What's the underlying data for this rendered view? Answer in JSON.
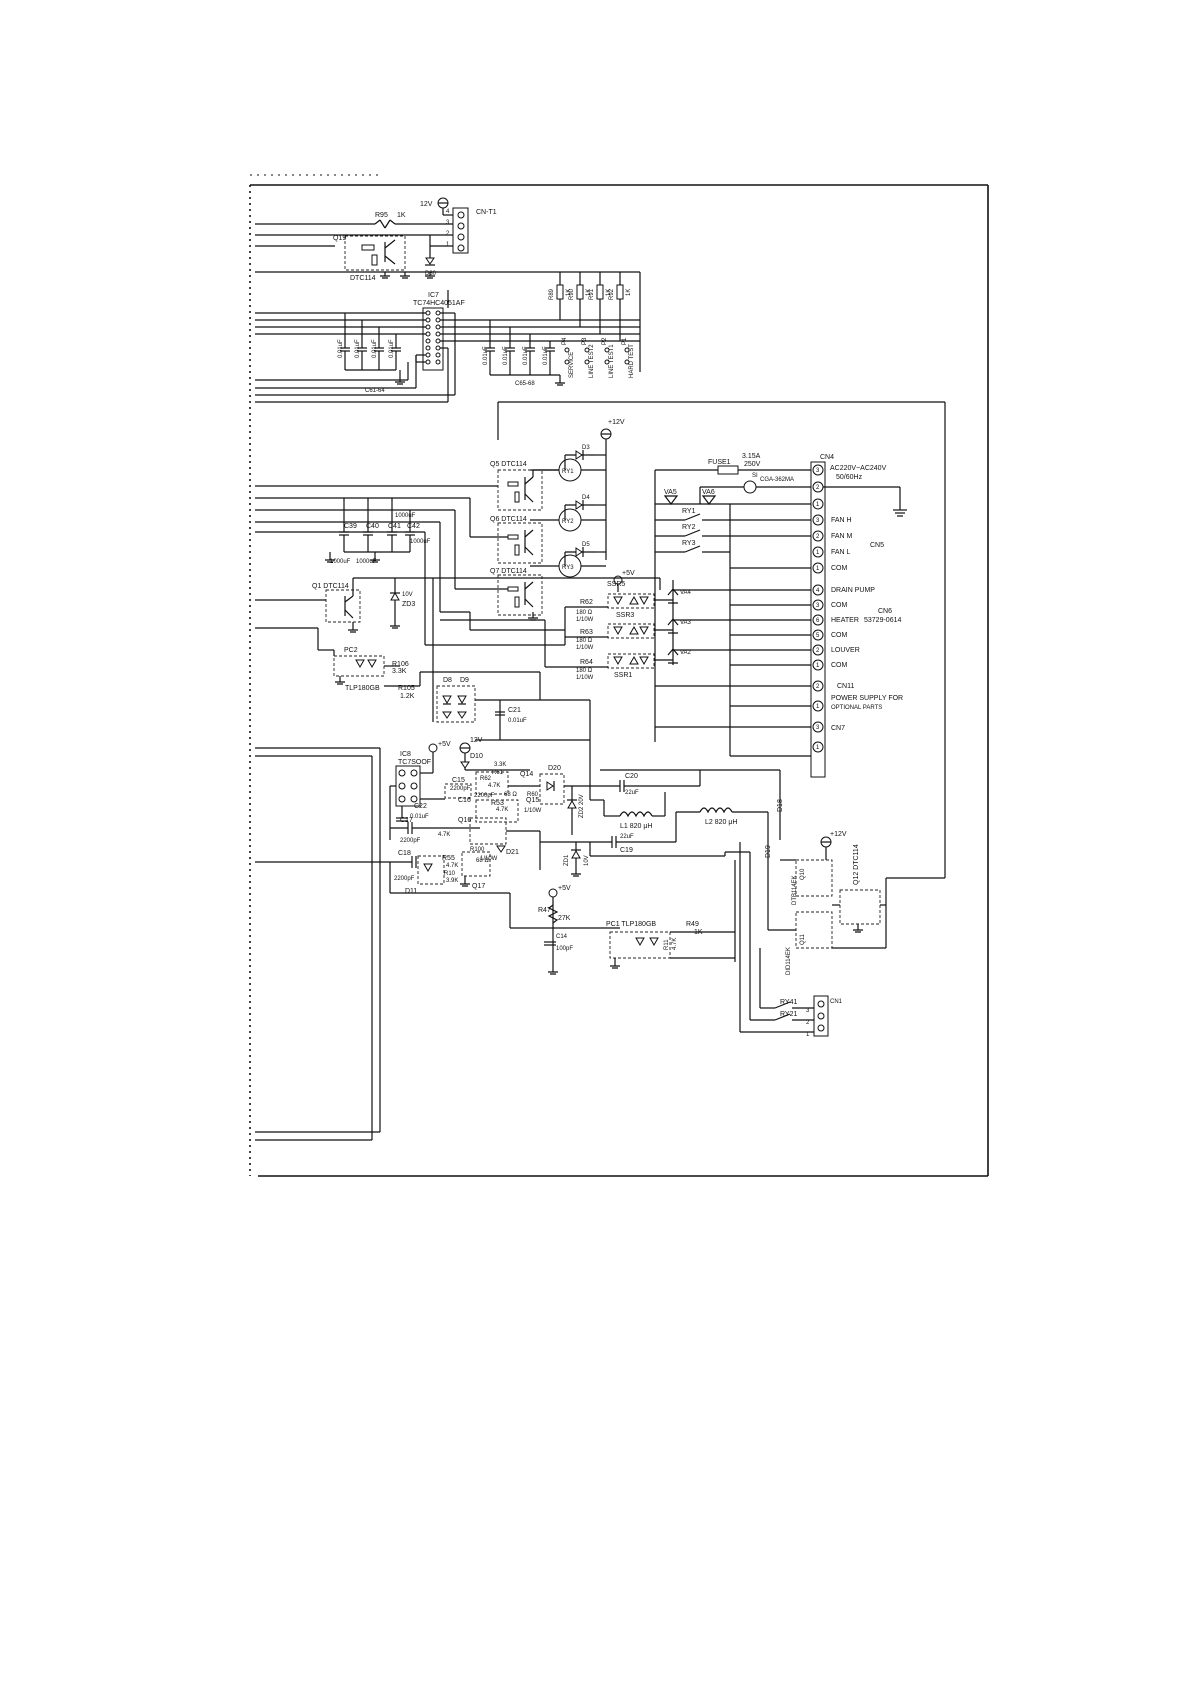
{
  "connectors": {
    "cnt1": {
      "label": "CN-T1",
      "pins": [
        "4",
        "3",
        "2",
        "1"
      ]
    },
    "cn4": {
      "label": "CN4",
      "spec": [
        "AC220V~AC240V",
        "50/60Hz"
      ],
      "pins": [
        "3",
        "2",
        "1"
      ]
    },
    "cn5": {
      "label": "CN5",
      "pins": [
        "3",
        "2",
        "1",
        "1"
      ],
      "signals": [
        "FAN H",
        "FAN M",
        "FAN L",
        "COM"
      ]
    },
    "cn6": {
      "label": "CN6",
      "part": "53729-0614",
      "pins": [
        "4",
        "3",
        "6",
        "5",
        "2",
        "1"
      ],
      "signals": [
        "DRAIN PUMP",
        "COM",
        "HEATER",
        "COM",
        "LOUVER",
        "COM"
      ]
    },
    "cn11": {
      "label": "CN11",
      "pins": [
        "2",
        "1"
      ],
      "text": [
        "POWER SUPPLY FOR",
        "OPTIONAL PARTS"
      ]
    },
    "cn7": {
      "label": "CN7",
      "pins": [
        "3",
        "1"
      ]
    },
    "cn1": {
      "label": "CN1",
      "pins": [
        "3",
        "2",
        "1"
      ]
    }
  },
  "labels": {
    "v12_a": "12V",
    "v12_b": "+12V",
    "v12_c": "12V",
    "v12_d": "+12V",
    "v5_a": "+5V",
    "v5_b": "+5V",
    "v5_c": "+5V",
    "r95": "R95",
    "r95_val": "1K",
    "q19": "Q19",
    "dtc114_q19": "DTC114",
    "d30": "D30",
    "ic7": "IC7",
    "ic7_part": "TC74HC4051AF",
    "c_left": [
      "0.01uF",
      "0.01uF",
      "0.01uF",
      "0.01uF"
    ],
    "c61_64": "C61-64",
    "c_right": [
      "0.01uF",
      "0.01uF",
      "0.01uF",
      "0.01uF"
    ],
    "c65_68": "C65-68",
    "res_top": [
      "R89",
      "1K",
      "R90",
      "1K",
      "R91",
      "1K",
      "R92",
      "1K"
    ],
    "sw": [
      "P4",
      "SERVICE",
      "P3",
      "LINE TEST2",
      "P2",
      "LINE TEST1",
      "P1",
      "HARD TEST"
    ],
    "q5": "Q5 DTC114",
    "q6": "Q6 DTC114",
    "q7": "Q7 DTC114",
    "ry1": "RY1",
    "ry2": "RY2",
    "ry3": "RY3",
    "d3": "D3",
    "d4": "D4",
    "d5": "D5",
    "c39": "C39",
    "c40": "C40",
    "c41": "C41",
    "c42": "C42",
    "c39v": "1000uF",
    "c40v": "1000uF",
    "c42v": "1000uF",
    "c42v2": "1000uF",
    "fuse": "FUSE1",
    "fuse_val": [
      "3.15A",
      "250V"
    ],
    "si": "SI",
    "si_part": "CGA-362MA",
    "va5": "VA5",
    "va6": "VA6",
    "va4": "VA4",
    "va3": "VA3",
    "va2": "VA2",
    "ry1b": "RY1",
    "ry2b": "RY2",
    "ry3b": "RY3",
    "q1": "Q1 DTC114",
    "zd3": "ZD3",
    "zd3v": "10V",
    "pc2": "PC2",
    "pc2_part": "TLP180GB",
    "r106": "R106",
    "r106v": "3.3K",
    "r105": "R105",
    "r105v": "1.2K",
    "ssr5": "SSR5",
    "ssr3": "SSR3",
    "ssr1": "SSR1",
    "r62": "R62",
    "r62v": [
      "180 Ω",
      "1/10W"
    ],
    "r63": "R63",
    "r63v": [
      "180 Ω",
      "1/10W"
    ],
    "r64": "R64",
    "r64v": [
      "180 Ω",
      "1/10W"
    ],
    "d8": "D8",
    "d9": "D9",
    "c21": "C21",
    "c21v": "0.01uF",
    "ic8": "IC8",
    "ic8_part": "TC7SOOF",
    "d10": "D10",
    "r61": "3.3K",
    "r61b": "R61",
    "r62b": "R62",
    "r62bv": "4.7K",
    "q14": "Q14",
    "c15": "C15",
    "c15v": "2200pF",
    "d20": "D20",
    "r60": "R60",
    "r60v": "68 Ω",
    "r60w": "1/10W",
    "c20": "C20",
    "c20v": "22uF",
    "c16": "C16",
    "c16v": "2200pF",
    "r53": "R53",
    "r53v": "4.7K",
    "q15": "Q15",
    "zd2": "ZD2 20V",
    "c22": "C22",
    "c22v": "0.01uF",
    "c17": "C17",
    "c17v": "2200pF",
    "r54": "4.7K",
    "q16": "Q16",
    "r100": "R100",
    "r100v": "1/10W",
    "d21": "D21",
    "l1": "L1 820 μH",
    "l2": "L2 820 μH",
    "c19": "C19",
    "c19v": "22uF",
    "zd1": "ZD1",
    "zd1v": "10V",
    "c18": "C18",
    "c18v": "2200pF",
    "d11": "D11",
    "r55": "R55",
    "r55v": "4.7K",
    "r10": "R10",
    "r10v": "3.9K",
    "q17": "Q17",
    "r17v": "68 Ω",
    "r47": "R47",
    "r47v": "27K",
    "c14": "C14",
    "c14v": "100pF",
    "pc1": "PC1 TLP180GB",
    "r49": "R49",
    "r49v": "1K",
    "r11": "R11",
    "r11v": "4.7K",
    "d18": "D18",
    "d19": "D19",
    "q10": "DTB114EK",
    "q10n": "Q10",
    "q12": "Q12 DTC114",
    "q11": "DID114EK",
    "q11n": "Q11",
    "ry41": "RY41",
    "ry21": "RY21"
  }
}
